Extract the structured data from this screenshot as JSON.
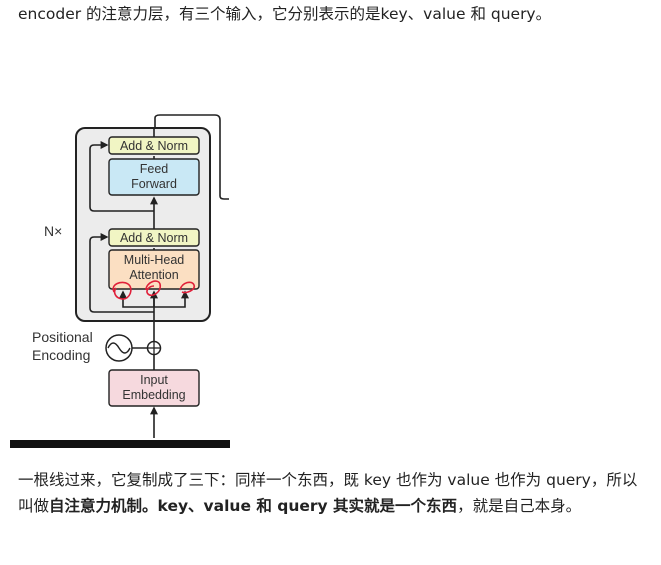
{
  "paragraph1": {
    "text": "encoder 的注意力层，有三个输入，它分别表示的是key、value 和 query。"
  },
  "figure": {
    "add_norm_top": "Add & Norm",
    "feed_forward_line1": "Feed",
    "feed_forward_line2": "Forward",
    "nx_label": "N×",
    "add_norm_bottom": "Add & Norm",
    "mha_line1": "Multi-Head",
    "mha_line2": "Attention",
    "positional_line1": "Positional",
    "positional_line2": "Encoding",
    "input_line1": "Input",
    "input_line2": "Embedding",
    "colors": {
      "add_norm": "#f1f5c4",
      "feed_forward": "#c9e8f5",
      "attention": "#fbdfc2",
      "embedding": "#f6d9de",
      "encoder_block": "#ececec",
      "annotation": "#e0203a"
    }
  },
  "paragraph2": {
    "part1": "一根线过来，它复制成了三下：同样一个东西，既 key 也作为 value 也作为 query，所以叫做",
    "bold1": "自注意力机制",
    "part2": "。",
    "bold2": "key、value 和 query 其实就是一个东西",
    "part3": "，就是自己本身。"
  }
}
